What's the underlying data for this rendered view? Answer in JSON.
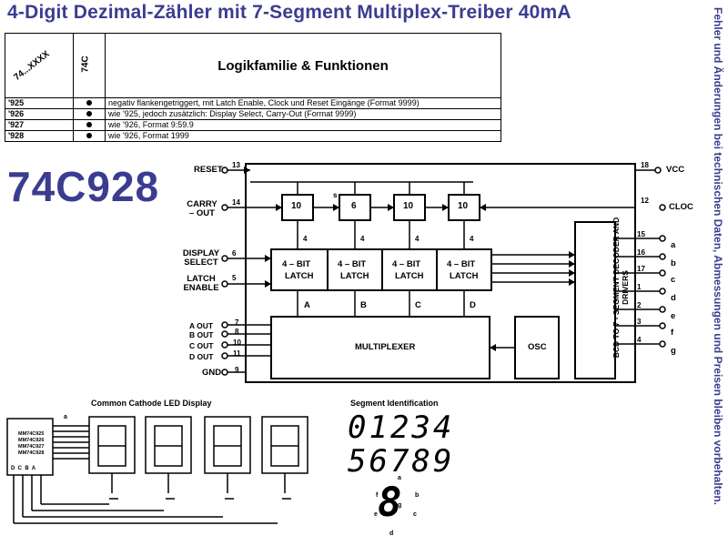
{
  "title": "4-Digit Dezimal-Zähler mit 7-Segment Multiplex-Treiber 40mA",
  "side_note": "Fehler und Änderungen bei technischen Daten, Abmessungen und Preisen bleiben vorbehalten.",
  "table": {
    "col1_header": "74...XXXX",
    "col2_header": "74C",
    "col3_header": "Logikfamilie & Funktionen",
    "rows": [
      {
        "part": "'925",
        "desc": "negativ flankengetriggert, mit Latch Enable, Clock und Reset Eingänge (Format 9999)"
      },
      {
        "part": "'926",
        "desc": "wie '925, jedoch zusätzlich: Display Select, Carry-Out (Format 9999)"
      },
      {
        "part": "'927",
        "desc": "wie '926, Format 9:59.9"
      },
      {
        "part": "'928",
        "desc": "wie '926, Format 1999"
      }
    ]
  },
  "part_number": "74C928",
  "block": {
    "pins_left": [
      {
        "num": "13",
        "name": "RESET"
      },
      {
        "num": "14",
        "name": "CARRY – OUT"
      },
      {
        "num": "6",
        "name": "DISPLAY SELECT"
      },
      {
        "num": "5",
        "name": "LATCH ENABLE"
      },
      {
        "num": "7",
        "name": "A OUT"
      },
      {
        "num": "8",
        "name": "B OUT"
      },
      {
        "num": "10",
        "name": "C OUT"
      },
      {
        "num": "11",
        "name": "D OUT"
      },
      {
        "num": "9",
        "name": "GND"
      }
    ],
    "pins_right": [
      {
        "num": "18",
        "name": "VCC"
      },
      {
        "num": "12",
        "name": "CLOC"
      },
      {
        "num": "15",
        "name": "a"
      },
      {
        "num": "16",
        "name": "b"
      },
      {
        "num": "17",
        "name": "c"
      },
      {
        "num": "1",
        "name": "d"
      },
      {
        "num": "2",
        "name": "e"
      },
      {
        "num": "3",
        "name": "f"
      },
      {
        "num": "4",
        "name": "g"
      }
    ],
    "counters": [
      "10",
      "6",
      "10",
      "10"
    ],
    "counter_bus": "4",
    "latch_label_1": "4 – BIT",
    "latch_label_2": "LATCH",
    "latch_outputs": [
      "A",
      "B",
      "C",
      "D"
    ],
    "multiplexer": "MULTIPLEXER",
    "osc": "OSC",
    "decoder": "BCD TO 7 - SEGMENT DECODER AND DRIVERS",
    "counter_mark": "s"
  },
  "led_section": {
    "title": "Common Cathode LED Display",
    "chip_lines": [
      "MM74C925",
      "MM74C926",
      "MM74C927",
      "MM74C928"
    ],
    "chip_pins": "D  C  B  A",
    "bus_label": "a"
  },
  "segment_section": {
    "title": "Segment Identification",
    "row1": "01234",
    "row2": "56789",
    "digit": "8",
    "segment_letters": {
      "a": "a",
      "b": "b",
      "c": "c",
      "d": "d",
      "e": "e",
      "f": "f",
      "g": "g"
    }
  }
}
